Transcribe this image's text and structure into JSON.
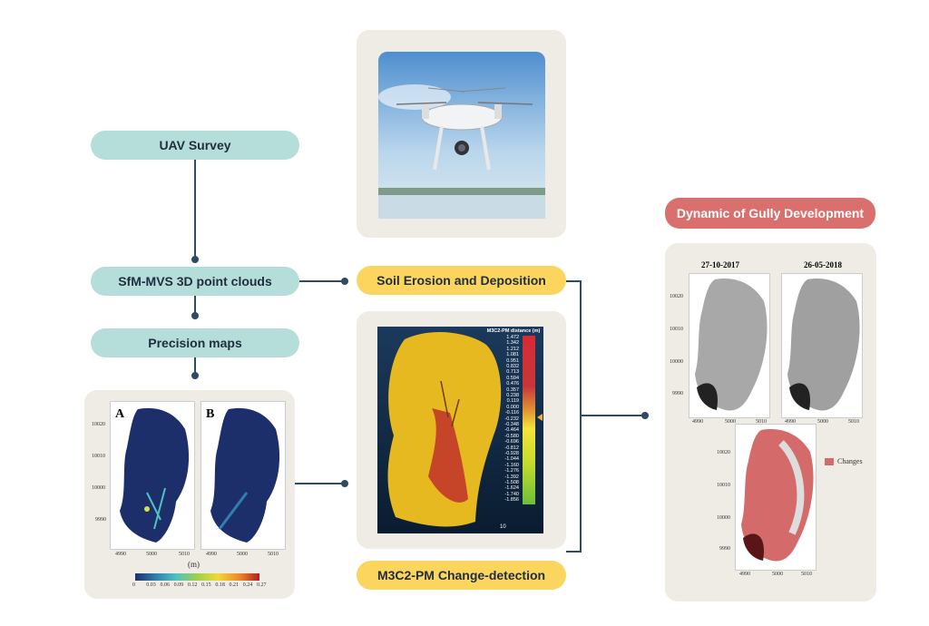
{
  "nodes": {
    "uav_survey": "UAV Survey",
    "sfm": "SfM-MVS 3D point clouds",
    "precision": "Precision maps",
    "soil": "Soil Erosion and Deposition",
    "m3c2": "M3C2-PM Change-detection",
    "gully": "Dynamic of Gully Development"
  },
  "precision_panel": {
    "map_a": "A",
    "map_b": "B",
    "y_ticks": [
      "10020",
      "10010",
      "10000",
      "9990"
    ],
    "x_ticks": [
      "4990",
      "5000",
      "5010"
    ],
    "unit": "(m)",
    "colorbar_ticks": [
      "0",
      "0.03",
      "0.06",
      "0.09",
      "0.12",
      "0.15",
      "0.18",
      "0.21",
      "0.24",
      "0.27"
    ]
  },
  "m3c2_panel": {
    "legend_title": "M3C2-PM distance (m)",
    "legend_values": [
      "1.472",
      "1.342",
      "1.212",
      "1.081",
      "0.951",
      "0.832",
      "0.713",
      "0.594",
      "0.476",
      "0.357",
      "0.238",
      "0.119",
      "0.000",
      "-0.116",
      "-0.232",
      "-0.348",
      "-0.464",
      "-0.580",
      "-0.696",
      "-0.812",
      "-0.928",
      "-1.044",
      "-1.160",
      "-1.276",
      "-1.392",
      "-1.508",
      "-1.624",
      "-1.740",
      "-1.856"
    ],
    "scale_label": "10"
  },
  "gully_panel": {
    "date1": "27-10-2017",
    "date2": "26-05-2018",
    "y_ticks": [
      "10020",
      "10010",
      "10000",
      "9990"
    ],
    "x_ticks": [
      "4990",
      "5000",
      "5010"
    ],
    "legend": "Changes",
    "changes_color": "#d46a6a"
  }
}
